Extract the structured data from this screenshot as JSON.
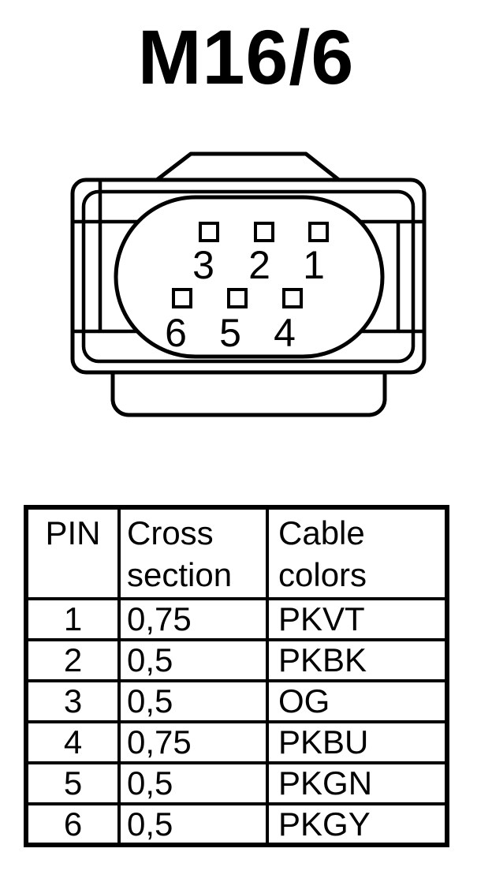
{
  "page": {
    "title": "M16/6",
    "background_color": "#ffffff",
    "line_color": "#000000"
  },
  "connector": {
    "description": "6-pin connector face view, two rows of square pins inside an oval housing",
    "pins_top": [
      "3",
      "2",
      "1"
    ],
    "pins_bottom": [
      "6",
      "5",
      "4"
    ]
  },
  "table": {
    "headers": {
      "pin": "PIN",
      "cross_section": "Cross section",
      "cable_colors": "Cable colors"
    },
    "rows": [
      {
        "pin": "1",
        "cross_section": "0,75",
        "cable_color": "PKVT"
      },
      {
        "pin": "2",
        "cross_section": "0,5",
        "cable_color": "PKBK"
      },
      {
        "pin": "3",
        "cross_section": "0,5",
        "cable_color": "OG"
      },
      {
        "pin": "4",
        "cross_section": "0,75",
        "cable_color": "PKBU"
      },
      {
        "pin": "5",
        "cross_section": "0,5",
        "cable_color": "PKGN"
      },
      {
        "pin": "6",
        "cross_section": "0,5",
        "cable_color": "PKGY"
      }
    ]
  }
}
